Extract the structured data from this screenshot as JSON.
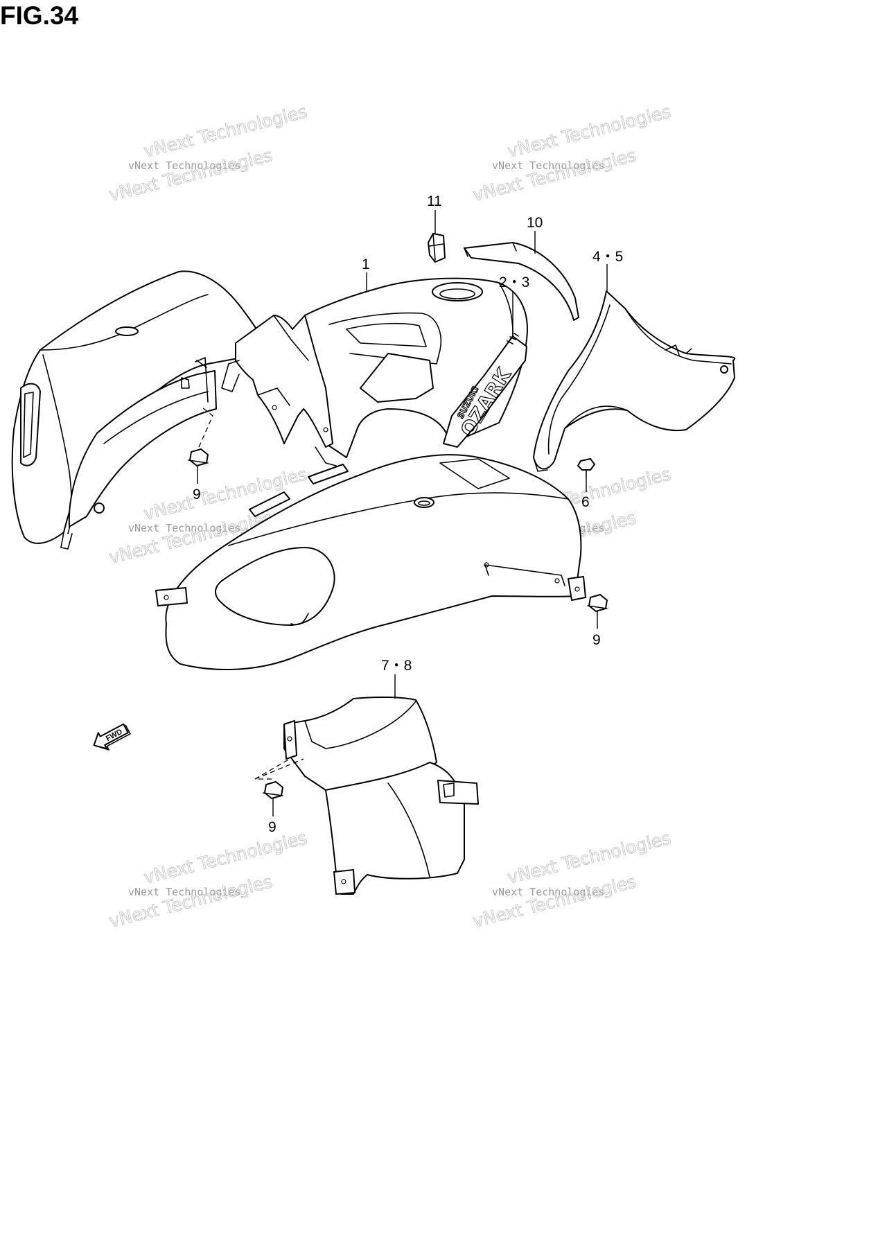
{
  "figure": {
    "title": "FIG.34"
  },
  "callouts": {
    "part_1": "1",
    "part_2_3": "2・3",
    "part_4_5": "4・5",
    "part_6": "6",
    "part_7_8": "7・8",
    "part_9_left": "9",
    "part_9_right": "9",
    "part_9_bottom": "9",
    "part_10": "10",
    "part_11": "11"
  },
  "decal": {
    "brand": "SUZUKI",
    "model": "OZARK"
  },
  "direction": {
    "label": "FWD"
  },
  "watermarks": [
    {
      "line1": "vNext Technologies",
      "line2": "vNext Technologies"
    },
    {
      "line1": "vNext Technologies",
      "line2": "vNext Technologies"
    },
    {
      "line1": "vNext Technologies",
      "line2": "vNext Technologies"
    },
    {
      "line1": "vNext Technologies",
      "line2": "vNext Technologies"
    },
    {
      "line1": "vNext Technologies",
      "line2": "vNext Technologies"
    },
    {
      "line1": "vNext Technologies",
      "line2": "vNext Technologies"
    }
  ],
  "colors": {
    "line": "#000000",
    "background": "#ffffff",
    "watermark": "#9a9a9a"
  }
}
